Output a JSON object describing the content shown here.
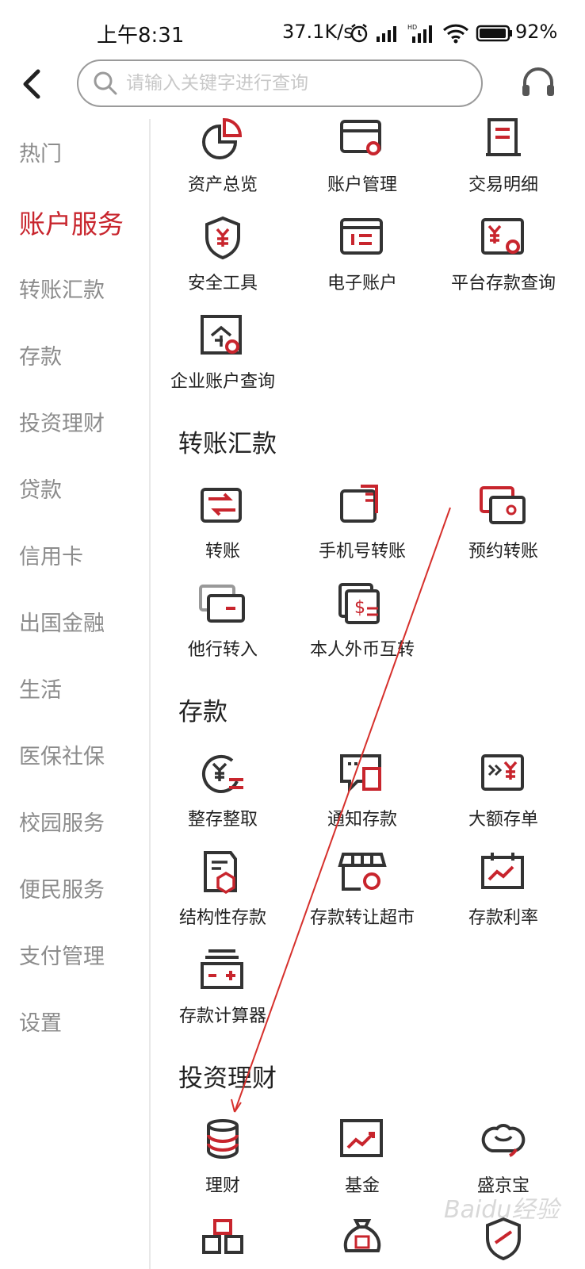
{
  "status_bar": {
    "time": "上午8:31",
    "speed": "37.1K/s",
    "battery": "92%"
  },
  "header": {
    "search_placeholder": "请输入关键字进行查询"
  },
  "sidebar": {
    "items": [
      {
        "label": "热门"
      },
      {
        "label": "账户服务"
      },
      {
        "label": "转账汇款"
      },
      {
        "label": "存款"
      },
      {
        "label": "投资理财"
      },
      {
        "label": "贷款"
      },
      {
        "label": "信用卡"
      },
      {
        "label": "出国金融"
      },
      {
        "label": "生活"
      },
      {
        "label": "医保社保"
      },
      {
        "label": "校园服务"
      },
      {
        "label": "便民服务"
      },
      {
        "label": "支付管理"
      },
      {
        "label": "设置"
      }
    ],
    "active": "账户服务"
  },
  "account": {
    "items": [
      {
        "label": "资产总览",
        "icon": "pie-chart-icon"
      },
      {
        "label": "账户管理",
        "icon": "card-gear-icon"
      },
      {
        "label": "交易明细",
        "icon": "receipt-icon"
      },
      {
        "label": "安全工具",
        "icon": "shield-yuan-icon"
      },
      {
        "label": "电子账户",
        "icon": "e-account-icon"
      },
      {
        "label": "平台存款查询",
        "icon": "yuan-search-icon"
      },
      {
        "label": "企业账户查询",
        "icon": "enterprise-search-icon"
      }
    ]
  },
  "transfer": {
    "title": "转账汇款",
    "items": [
      {
        "label": "转账",
        "icon": "transfer-icon"
      },
      {
        "label": "手机号转账",
        "icon": "phone-transfer-icon"
      },
      {
        "label": "预约转账",
        "icon": "scheduled-transfer-icon"
      },
      {
        "label": "他行转入",
        "icon": "inbound-transfer-icon"
      },
      {
        "label": "本人外币互转",
        "icon": "currency-exchange-icon"
      }
    ]
  },
  "deposit": {
    "title": "存款",
    "items": [
      {
        "label": "整存整取",
        "icon": "lump-deposit-icon"
      },
      {
        "label": "通知存款",
        "icon": "notice-deposit-icon"
      },
      {
        "label": "大额存单",
        "icon": "large-cd-icon"
      },
      {
        "label": "结构性存款",
        "icon": "structured-deposit-icon"
      },
      {
        "label": "存款转让超市",
        "icon": "deposit-market-icon"
      },
      {
        "label": "存款利率",
        "icon": "interest-rate-icon"
      },
      {
        "label": "存款计算器",
        "icon": "calculator-icon"
      }
    ]
  },
  "invest": {
    "title": "投资理财",
    "items": [
      {
        "label": "理财",
        "icon": "wealth-stack-icon"
      },
      {
        "label": "基金",
        "icon": "fund-chart-icon"
      },
      {
        "label": "盛京宝",
        "icon": "treasure-icon"
      }
    ]
  },
  "watermark": "Baidu经验",
  "colors": {
    "accent": "#c8252d",
    "inactive_text": "#8c8c8c",
    "icon_dark": "#333333"
  }
}
